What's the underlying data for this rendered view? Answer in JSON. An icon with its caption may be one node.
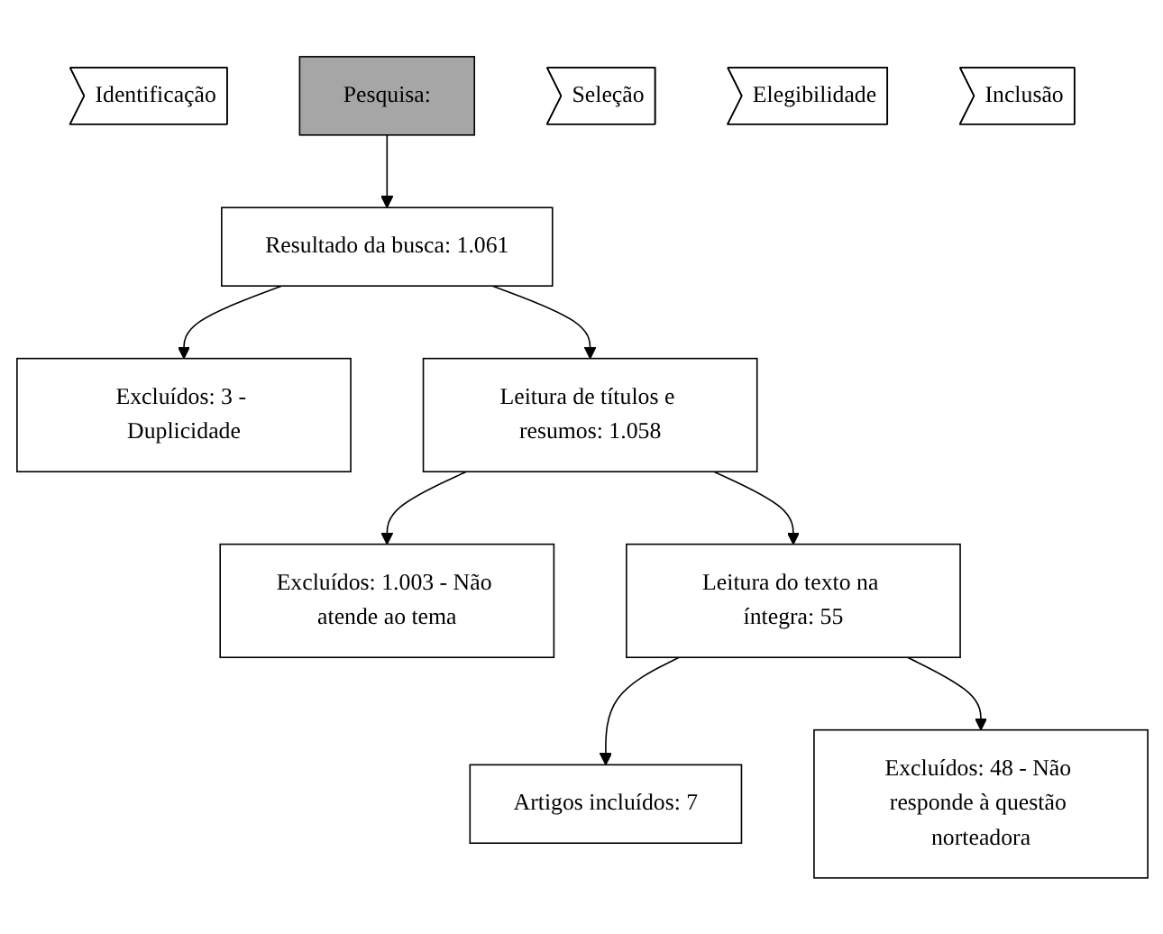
{
  "diagram": {
    "nodes": [
      {
        "text": [
          "Identificação"
        ]
      },
      {
        "text": [
          "Pesquisa:"
        ]
      },
      {
        "text": [
          "Resultado da busca: 1.061"
        ]
      },
      {
        "text": [
          "Seleção"
        ]
      },
      {
        "text": [
          "Excluídos: 3 - Duplicidade"
        ]
      },
      {
        "text": [
          "Leitura de títulos e resumos: 1.058"
        ]
      },
      {
        "text": [
          "Elegibilidade"
        ]
      },
      {
        "text": [
          "Excluídos: 1.003 - Não atende ao tema"
        ]
      },
      {
        "text": [
          "Leitura do texto na íntegra: 55"
        ]
      },
      {
        "text": [
          "Excluídos: 48 - Não responde à questão norteadora"
        ]
      },
      {
        "text": [
          "Inclusão"
        ]
      },
      {
        "text": [
          "Artigos incluídos: 7"
        ]
      }
    ],
    "edges": [
      {
        "from": 1,
        "to": 2,
        "arrow": "to"
      },
      {
        "from": 2,
        "to": 5,
        "arrow": "to"
      },
      {
        "from": 2,
        "to": 4,
        "arrow": "to"
      },
      {
        "from": 5,
        "to": 8,
        "arrow": "to"
      },
      {
        "from": 5,
        "to": 7,
        "arrow": "to"
      },
      {
        "from": 8,
        "to": 11,
        "arrow": "to"
      },
      {
        "from": 8,
        "to": 9,
        "arrow": "to"
      }
    ]
  }
}
